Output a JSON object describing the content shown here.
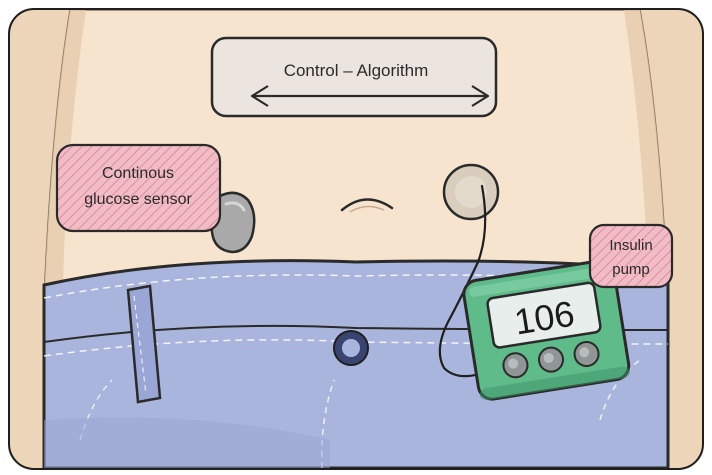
{
  "control_box": {
    "label": "Control – Algorithm"
  },
  "sensor_label": {
    "line1": "Continous",
    "line2": "glucose sensor"
  },
  "pump_label": {
    "line1": "Insulin",
    "line2": "pump"
  },
  "pump_display": {
    "value": "106"
  },
  "colors": {
    "skin": "#f5e2cc",
    "skin_shade": "#e9cfb2",
    "jeans": "#a9b4dc",
    "jeans_dark": "#8e99c8",
    "pump_green": "#5cb987",
    "pump_green_dark": "#3d8f62",
    "callout_pink": "#f2bcc6",
    "callout_stroke": "#c9868f",
    "outline": "#2a2a2a"
  }
}
